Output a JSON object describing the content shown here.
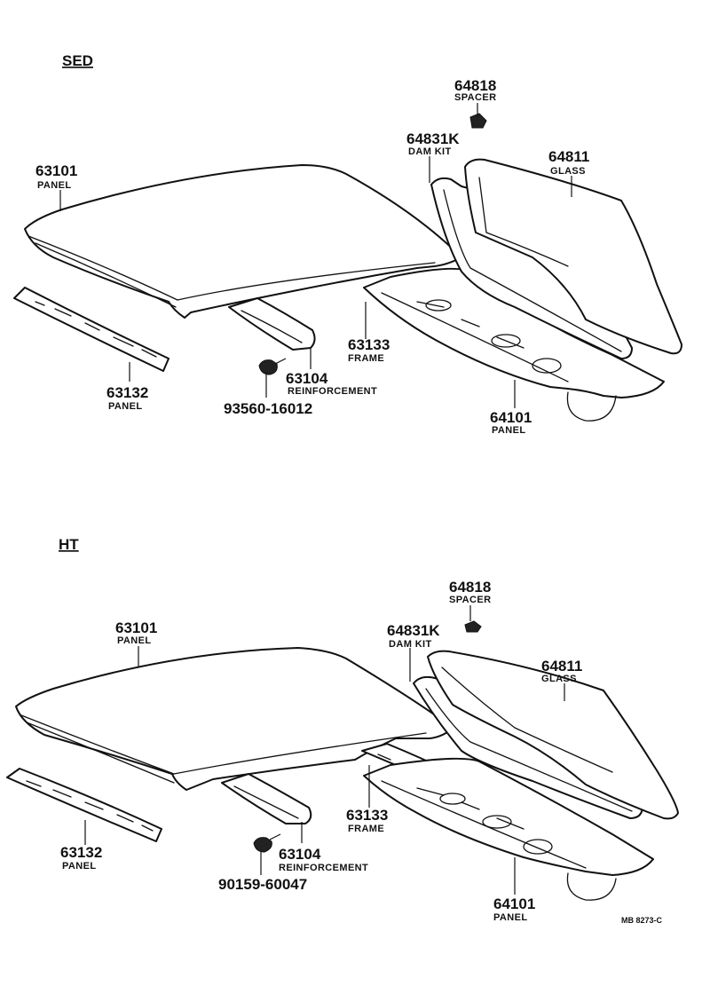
{
  "sections": [
    {
      "title": "SED",
      "callouts": {
        "spacer": {
          "number": "64818",
          "name": "SPACER"
        },
        "dam_kit": {
          "number": "64831K",
          "name": "DAM KIT"
        },
        "glass": {
          "number": "64811",
          "name": "GLASS"
        },
        "roof": {
          "number": "63101",
          "name": "PANEL"
        },
        "frame": {
          "number": "63133",
          "name": "FRAME"
        },
        "front": {
          "number": "63132",
          "name": "PANEL"
        },
        "reinf": {
          "number": "63104",
          "name": "REINFORCEMENT"
        },
        "bolt": {
          "number": "93560-16012"
        },
        "back": {
          "number": "64101",
          "name": "PANEL"
        }
      }
    },
    {
      "title": "HT",
      "callouts": {
        "spacer": {
          "number": "64818",
          "name": "SPACER"
        },
        "dam_kit": {
          "number": "64831K",
          "name": "DAM KIT"
        },
        "glass": {
          "number": "64811",
          "name": "GLASS"
        },
        "roof": {
          "number": "63101",
          "name": "PANEL"
        },
        "frame": {
          "number": "63133",
          "name": "FRAME"
        },
        "front": {
          "number": "63132",
          "name": "PANEL"
        },
        "reinf": {
          "number": "63104",
          "name": "REINFORCEMENT"
        },
        "bolt": {
          "number": "90159-60047"
        },
        "back": {
          "number": "64101",
          "name": "PANEL"
        }
      }
    }
  ],
  "figure_code": "MB 8273-C"
}
